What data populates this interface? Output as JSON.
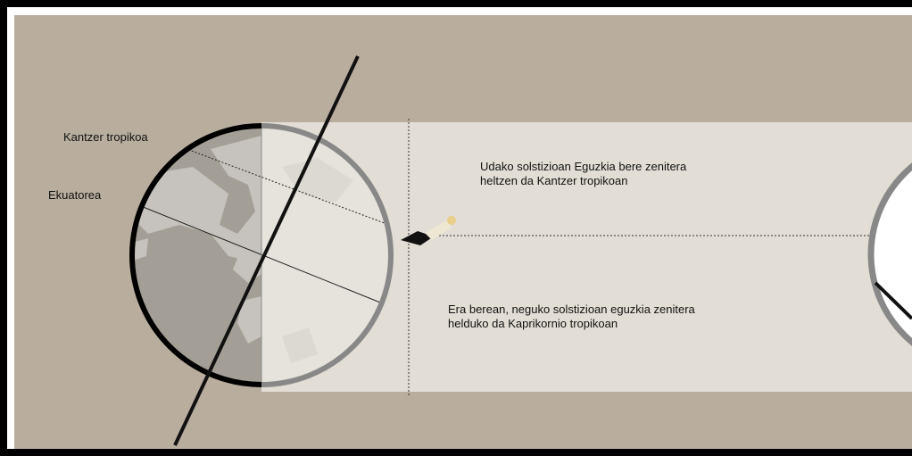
{
  "labels": {
    "tropic_of_cancer": "Kantzer tropikoa",
    "equator": "Ekuatorea"
  },
  "notes": {
    "summer_line1": "Udako solstizioan Eguzkia bere zenitera",
    "summer_line2": "heltzen da Kantzer tropikoan",
    "winter_line1": "Era berean, neguko solstizioan eguzkia zenitera",
    "winter_line2": "helduko da Kaprikornio tropikoan"
  },
  "colors": {
    "background": "#b9ae9e",
    "light_band": "#e2ded6",
    "earth_day": "#e6e3dd",
    "earth_night": "#a39f97",
    "land_day": "#cfccc7",
    "earth_rim_dark": "#000000",
    "earth_rim_light": "#888888"
  }
}
